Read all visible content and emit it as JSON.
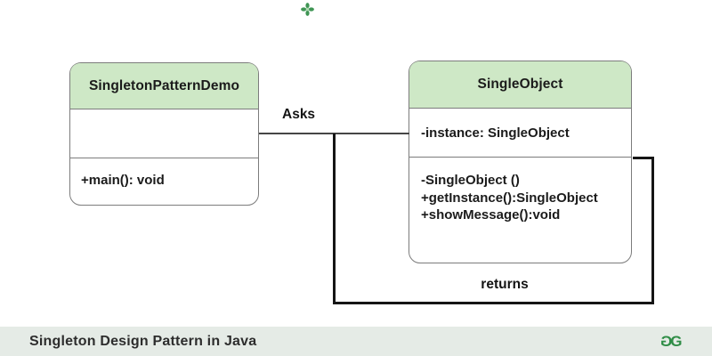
{
  "diagram": {
    "classes": [
      {
        "title": "SingletonPatternDemo",
        "attributes": [],
        "methods": [
          "+main(): void"
        ]
      },
      {
        "title": "SingleObject",
        "attributes": [
          "-instance: SingleObject"
        ],
        "methods": [
          "-SingleObject ()",
          "+getInstance():SingleObject",
          "+showMessage():void"
        ]
      }
    ],
    "connectors": {
      "asks_label": "Asks",
      "returns_label": "returns"
    },
    "colors": {
      "class_header_bg": "#cee8c6",
      "box_border": "#7c7c7c",
      "thin_connector": "#454545",
      "thick_connector": "#151515"
    }
  },
  "top_icon": {
    "name": "flower-icon",
    "color": "#2f8d46"
  },
  "footer": {
    "caption": "Singleton Design Pattern in Java",
    "logo_glyphs": [
      "G",
      "G"
    ],
    "bg_color": "#e5ebe6",
    "text_color": "#2d2d2d",
    "logo_color": "#2f8d46"
  }
}
